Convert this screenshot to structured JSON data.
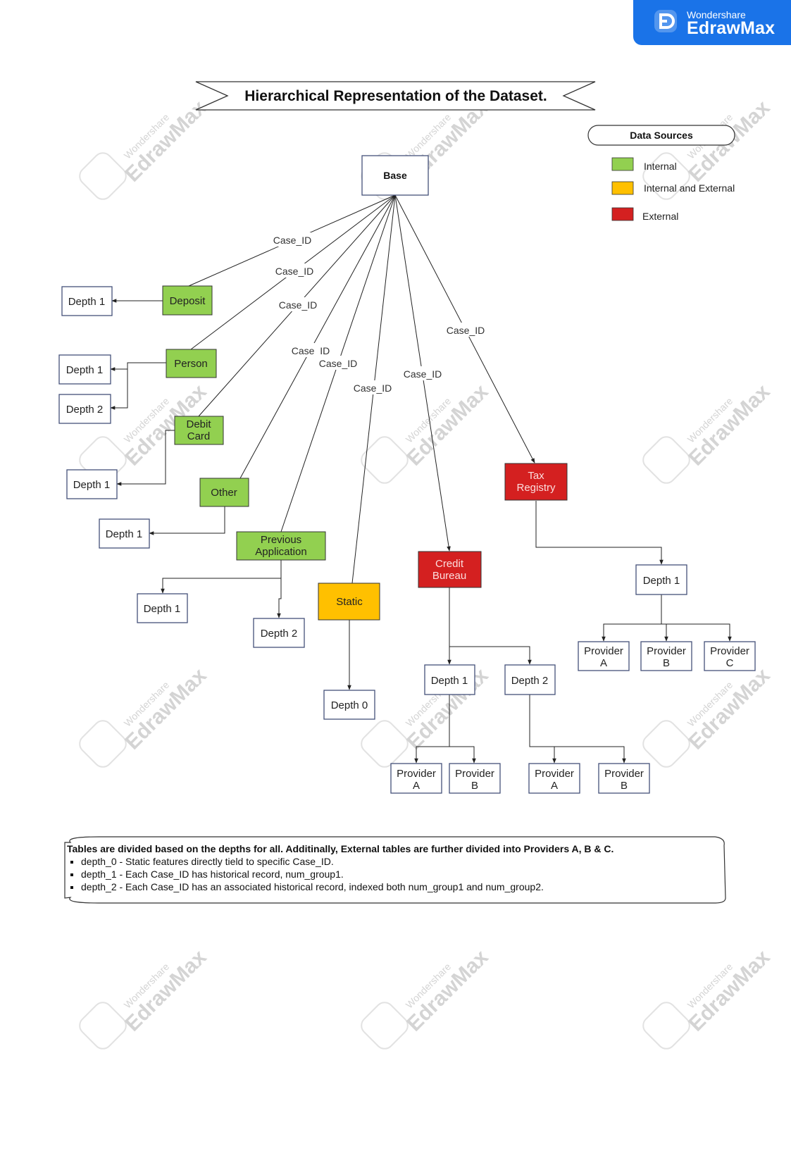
{
  "brand": {
    "sub": "Wondershare",
    "main": "EdrawMax"
  },
  "watermark": {
    "sub": "Wondershare",
    "main": "EdrawMax"
  },
  "title": "Hierarchical Representation of the Dataset.",
  "legend": {
    "title": "Data Sources",
    "items": [
      {
        "label": "Internal",
        "color": "#92d050"
      },
      {
        "label": "Internal and External",
        "color": "#ffc000"
      },
      {
        "label": "External",
        "color": "#d42020"
      }
    ]
  },
  "colors": {
    "internal": "#92d050",
    "mixed": "#ffc000",
    "external": "#d42020",
    "white": "#ffffff"
  },
  "nodes": [
    {
      "id": "base",
      "label": "Base",
      "fill": "#ffffff",
      "bold": true
    },
    {
      "id": "deposit",
      "label": "Deposit",
      "fill": "#92d050"
    },
    {
      "id": "deposit_d1",
      "label": "Depth 1",
      "fill": "#ffffff"
    },
    {
      "id": "person",
      "label": "Person",
      "fill": "#92d050"
    },
    {
      "id": "person_d1",
      "label": "Depth 1",
      "fill": "#ffffff"
    },
    {
      "id": "person_d2",
      "label": "Depth 2",
      "fill": "#ffffff"
    },
    {
      "id": "debit",
      "label": "Debit\nCard",
      "fill": "#92d050"
    },
    {
      "id": "debit_d1",
      "label": "Depth 1",
      "fill": "#ffffff"
    },
    {
      "id": "other",
      "label": "Other",
      "fill": "#92d050"
    },
    {
      "id": "other_d1",
      "label": "Depth 1",
      "fill": "#ffffff"
    },
    {
      "id": "prev",
      "label": "Previous\nApplication",
      "fill": "#92d050"
    },
    {
      "id": "prev_d1",
      "label": "Depth 1",
      "fill": "#ffffff"
    },
    {
      "id": "prev_d2",
      "label": "Depth 2",
      "fill": "#ffffff"
    },
    {
      "id": "static",
      "label": "Static",
      "fill": "#ffc000"
    },
    {
      "id": "static_d0",
      "label": "Depth 0",
      "fill": "#ffffff"
    },
    {
      "id": "credit",
      "label": "Credit\nBureau",
      "fill": "#d42020"
    },
    {
      "id": "credit_d1",
      "label": "Depth 1",
      "fill": "#ffffff"
    },
    {
      "id": "credit_d2",
      "label": "Depth 2",
      "fill": "#ffffff"
    },
    {
      "id": "cb_d1_pa",
      "label": "Provider\nA",
      "fill": "#ffffff"
    },
    {
      "id": "cb_d1_pb",
      "label": "Provider\nB",
      "fill": "#ffffff"
    },
    {
      "id": "cb_d2_pa",
      "label": "Provider\nA",
      "fill": "#ffffff"
    },
    {
      "id": "cb_d2_pb",
      "label": "Provider\nB",
      "fill": "#ffffff"
    },
    {
      "id": "tax",
      "label": "Tax\nRegistry",
      "fill": "#d42020"
    },
    {
      "id": "tax_d1",
      "label": "Depth 1",
      "fill": "#ffffff"
    },
    {
      "id": "tax_pa",
      "label": "Provider\nA",
      "fill": "#ffffff"
    },
    {
      "id": "tax_pb",
      "label": "Provider\nB",
      "fill": "#ffffff"
    },
    {
      "id": "tax_pc",
      "label": "Provider\nC",
      "fill": "#ffffff"
    }
  ],
  "edge_label": "Case_ID",
  "notes": {
    "title": "Tables are divided based on the depths for all. Additinally, External tables are further divided into Providers A, B & C.",
    "items": [
      "depth_0 - Static features directly tield to specific Case_ID.",
      "depth_1 - Each Case_ID has historical record, num_group1.",
      "depth_2 - Each Case_ID has an associated historical record, indexed both num_group1 and num_group2."
    ]
  }
}
